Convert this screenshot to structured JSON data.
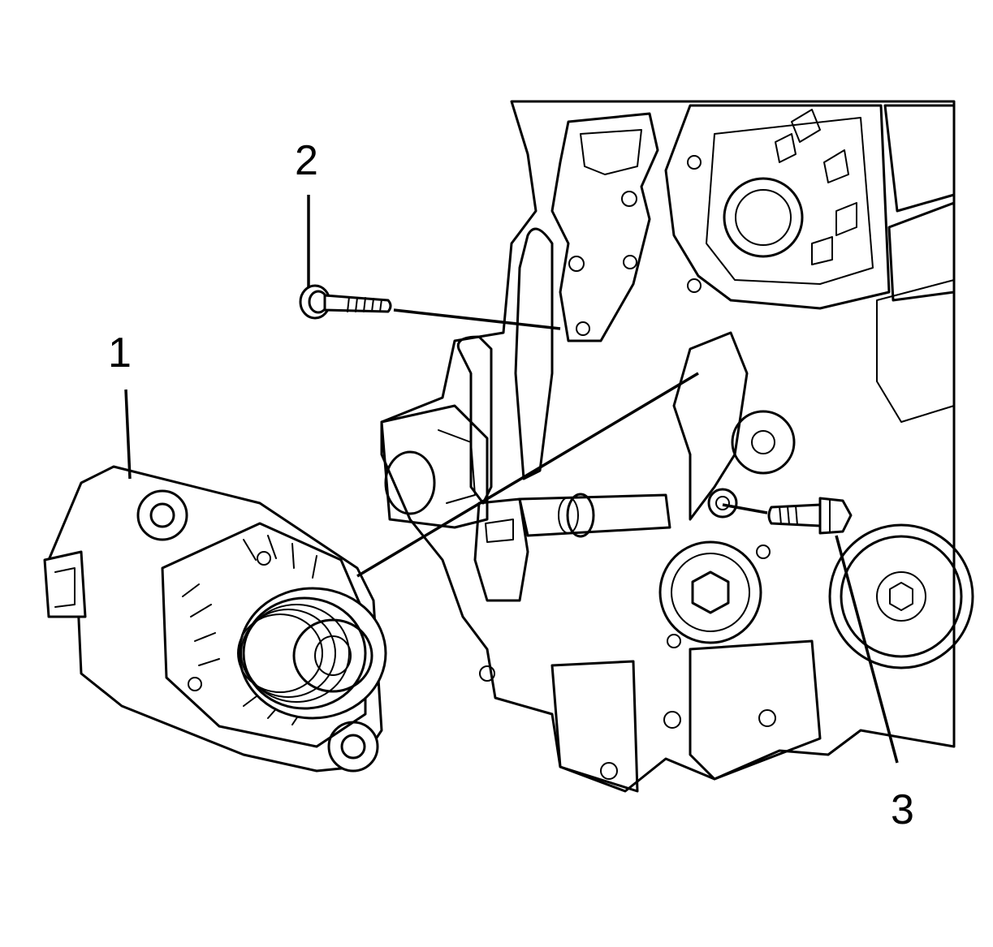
{
  "callouts": {
    "alternator": "1",
    "upper_bolt": "2",
    "lower_bolt": "3"
  },
  "colors": {
    "line": "#000000",
    "background": "#ffffff"
  }
}
